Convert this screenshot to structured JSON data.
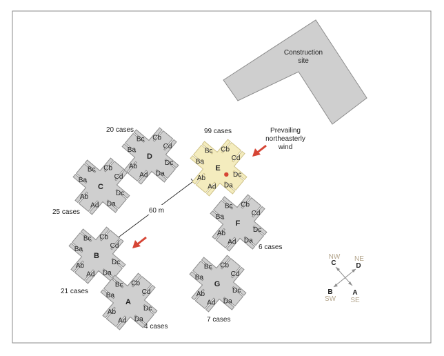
{
  "construction": {
    "line1": "Construction",
    "line2": "site"
  },
  "wind": {
    "line1": "Prevailing",
    "line2": "northeasterly",
    "line3": "wind",
    "arrow_color": "#d64535"
  },
  "distance_label": "60 m",
  "wing_labels": [
    "Cb",
    "Cd",
    "Dc",
    "Da",
    "Ad",
    "Ab",
    "Ba",
    "Bc"
  ],
  "highlight_color": "#f4ecbe",
  "source_marker_color": "#d64535",
  "buildings": [
    {
      "id": "C",
      "cases": "25 cases",
      "highlighted": false
    },
    {
      "id": "D",
      "cases": "20 cases",
      "highlighted": false
    },
    {
      "id": "E",
      "cases": "99 cases",
      "highlighted": true
    },
    {
      "id": "F",
      "cases": "6 cases",
      "highlighted": false
    },
    {
      "id": "B",
      "cases": "21 cases",
      "highlighted": false
    },
    {
      "id": "G",
      "cases": "7 cases",
      "highlighted": false
    },
    {
      "id": "A",
      "cases": "4 cases",
      "highlighted": false
    }
  ],
  "compass": {
    "nw": "NW",
    "ne": "NE",
    "sw": "SW",
    "se": "SE",
    "c": "C",
    "d": "D",
    "b": "B",
    "a": "A"
  }
}
